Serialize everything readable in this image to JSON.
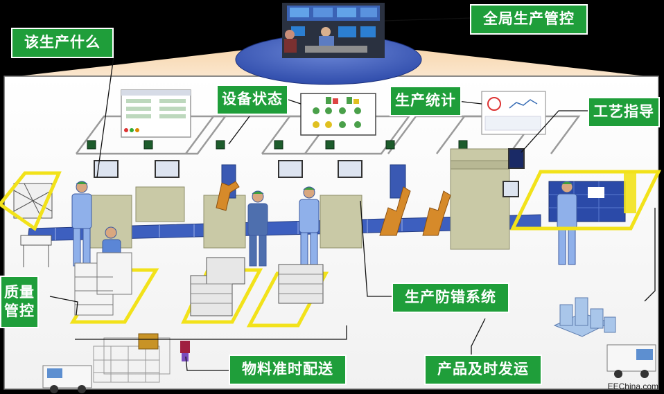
{
  "labels": {
    "global_control": "全局生产管控",
    "what_to_produce": "该生产什么",
    "equipment_status": "设备状态",
    "production_stats": "生产统计",
    "process_guide": "工艺指导",
    "quality_control_line1": "质量",
    "quality_control_line2": "管控",
    "error_proofing": "生产防错系统",
    "material_delivery": "物料准时配送",
    "product_shipping": "产品及时发运"
  },
  "watermark": "EEChina.com",
  "colors": {
    "label_green": "#1f9e3a",
    "conveyor_blue": "#3d5fbf",
    "zone_yellow": "#f2e21a",
    "machine_olive": "#c9c9a6",
    "worker_blue": "#8fb0ea"
  }
}
